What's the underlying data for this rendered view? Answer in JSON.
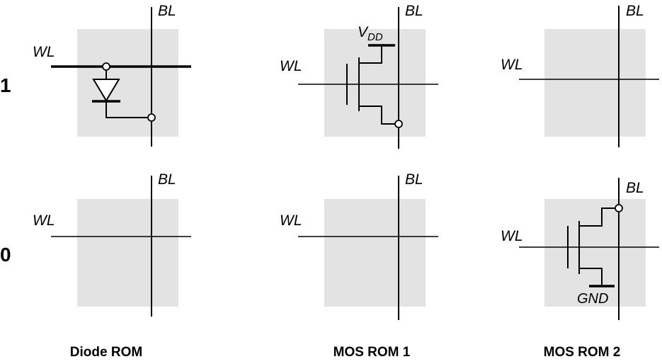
{
  "figure": {
    "rows": [
      {
        "label": "1"
      },
      {
        "label": "0"
      }
    ],
    "columns": [
      {
        "label": "Diode ROM"
      },
      {
        "label": "MOS ROM 1"
      },
      {
        "label": "MOS ROM 2"
      }
    ],
    "line_labels": {
      "word_line": "WL",
      "bit_line": "BL"
    },
    "supply_labels": {
      "vdd_main": "V",
      "vdd_sub": "DD",
      "gnd": "GND"
    },
    "colors": {
      "cell_background": "#e3e3e3",
      "wire": "#000000"
    }
  }
}
